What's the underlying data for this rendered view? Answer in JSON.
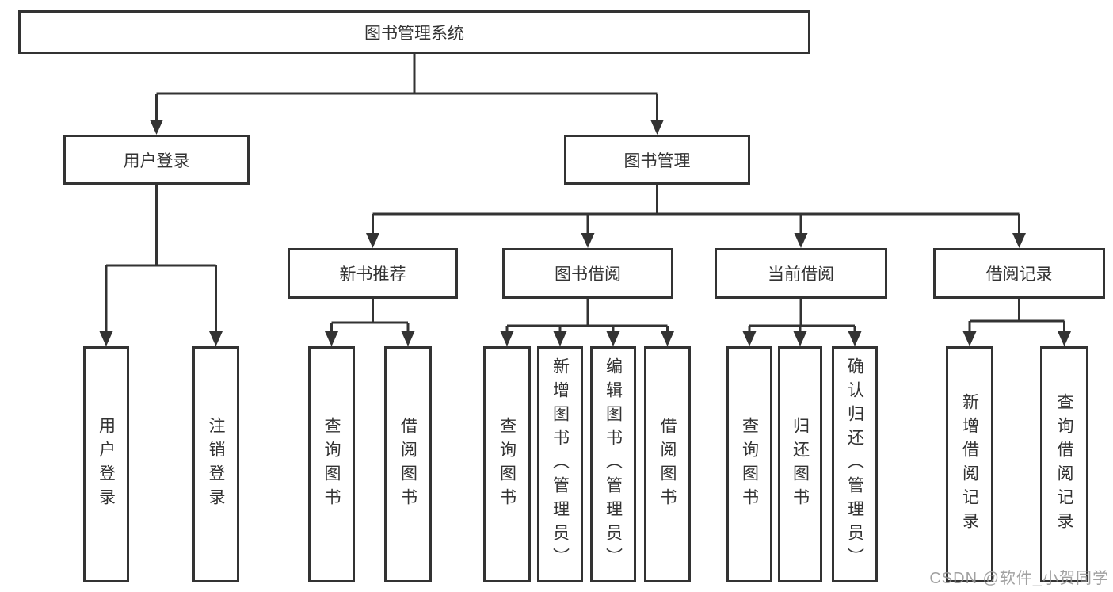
{
  "diagram": {
    "title": "图书管理系统",
    "watermark": "CSDN @软件_小贺同学",
    "colors": {
      "line": "#333333",
      "text": "#333333",
      "box_background": "#ffffff",
      "page_background": "#ffffff",
      "watermark": "#949494"
    },
    "nodes": {
      "root": {
        "label": "图书管理系统"
      },
      "user_login": {
        "label": "用户登录"
      },
      "book_mgmt": {
        "label": "图书管理"
      },
      "new_book_rec": {
        "label": "新书推荐"
      },
      "book_borrow": {
        "label": "图书借阅"
      },
      "current_borrow": {
        "label": "当前借阅"
      },
      "borrow_records": {
        "label": "借阅记录"
      },
      "leaf_user_login": {
        "label": "用户登录"
      },
      "leaf_logout": {
        "label": "注销登录"
      },
      "leaf_rec_query_book": {
        "label": "查询图书"
      },
      "leaf_rec_borrow_book": {
        "label": "借阅图书"
      },
      "leaf_bb_query_book": {
        "label": "查询图书"
      },
      "leaf_bb_add_book": {
        "label": "新增图书（管理员）"
      },
      "leaf_bb_edit_book": {
        "label": "编辑图书（管理员）"
      },
      "leaf_bb_borrow_book": {
        "label": "借阅图书"
      },
      "leaf_cb_query_book": {
        "label": "查询图书"
      },
      "leaf_cb_return_book": {
        "label": "归还图书"
      },
      "leaf_cb_confirm_return": {
        "label": "确认归还（管理员）"
      },
      "leaf_br_add_record": {
        "label": "新增借阅记录"
      },
      "leaf_br_query_record": {
        "label": "查询借阅记录"
      }
    },
    "edges": [
      "图书管理系统→用户登录",
      "图书管理系统→图书管理",
      "用户登录→用户登录",
      "用户登录→注销登录",
      "图书管理→新书推荐",
      "图书管理→图书借阅",
      "图书管理→当前借阅",
      "图书管理→借阅记录",
      "新书推荐→查询图书",
      "新书推荐→借阅图书",
      "图书借阅→查询图书",
      "图书借阅→新增图书（管理员）",
      "图书借阅→编辑图书（管理员）",
      "图书借阅→借阅图书",
      "当前借阅→查询图书",
      "当前借阅→归还图书",
      "当前借阅→确认归还（管理员）",
      "借阅记录→新增借阅记录",
      "借阅记录→查询借阅记录"
    ]
  }
}
